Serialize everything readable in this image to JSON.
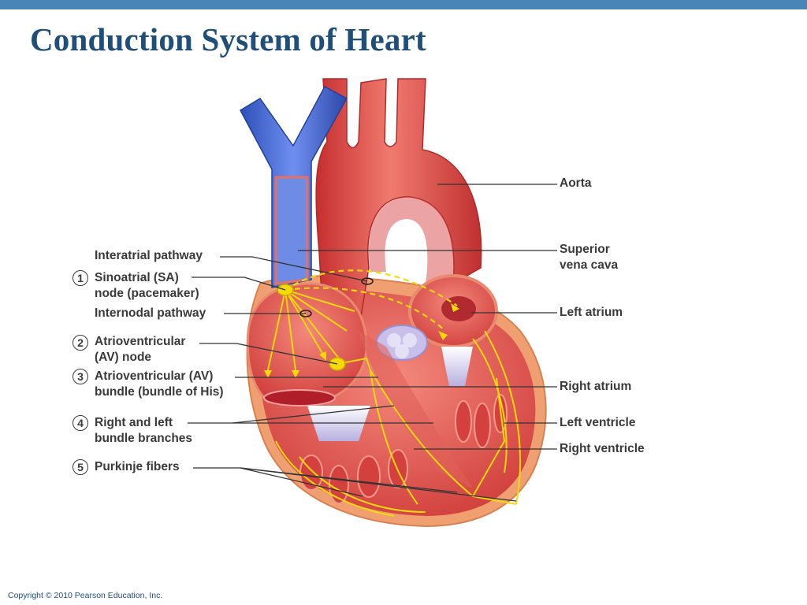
{
  "slide": {
    "title": "Conduction System of Heart",
    "copyright": "Copyright © 2010 Pearson Education, Inc.",
    "accent_color": "#4a86b5",
    "title_color": "#1f4e79"
  },
  "diagram": {
    "left_labels": [
      {
        "text": "Interatrial pathway"
      },
      {
        "number": "1",
        "line1": "Sinoatrial (SA)",
        "line2": "node (pacemaker)"
      },
      {
        "text": "Internodal pathway"
      },
      {
        "number": "2",
        "line1": "Atrioventricular",
        "line2": "(AV) node"
      },
      {
        "number": "3",
        "line1": "Atrioventricular (AV)",
        "line2": "bundle (bundle of His)"
      },
      {
        "number": "4",
        "line1": "Right and left",
        "line2": "bundle branches"
      },
      {
        "number": "5",
        "line1": "Purkinje fibers"
      }
    ],
    "right_labels": {
      "aorta": "Aorta",
      "svc_line1": "Superior",
      "svc_line2": "vena cava",
      "left_atrium": "Left atrium",
      "right_atrium": "Right atrium",
      "left_ventricle": "Left ventricle",
      "right_ventricle": "Right ventricle"
    },
    "colors": {
      "vein": "#4169d8",
      "artery": "#e04848",
      "conduction": "#f5d90a",
      "valve": "#b8b0e0"
    }
  }
}
